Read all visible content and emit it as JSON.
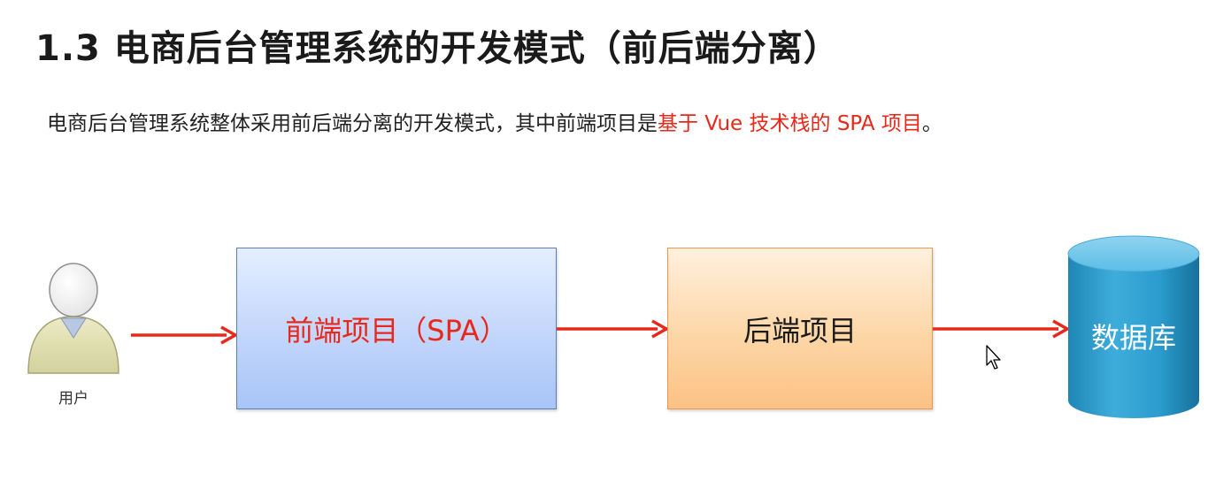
{
  "slide": {
    "title": "1.3 电商后台管理系统的开发模式（前后端分离）",
    "description_plain": "电商后台管理系统整体采用前后端分离的开发模式，其中前端项目是",
    "description_highlight": "基于 Vue 技术栈的 SPA 项目",
    "description_tail": "。"
  },
  "diagram": {
    "user_label": "用户",
    "frontend_label": "前端项目（SPA）",
    "backend_label": "后端项目",
    "database_label": "数据库"
  },
  "colors": {
    "arrow": "#e8281a",
    "highlight_text": "#e8281a",
    "frontend_fill": "#c2d6fc",
    "backend_fill": "#fdd6a6",
    "database_fill": "#2f9fcf"
  }
}
